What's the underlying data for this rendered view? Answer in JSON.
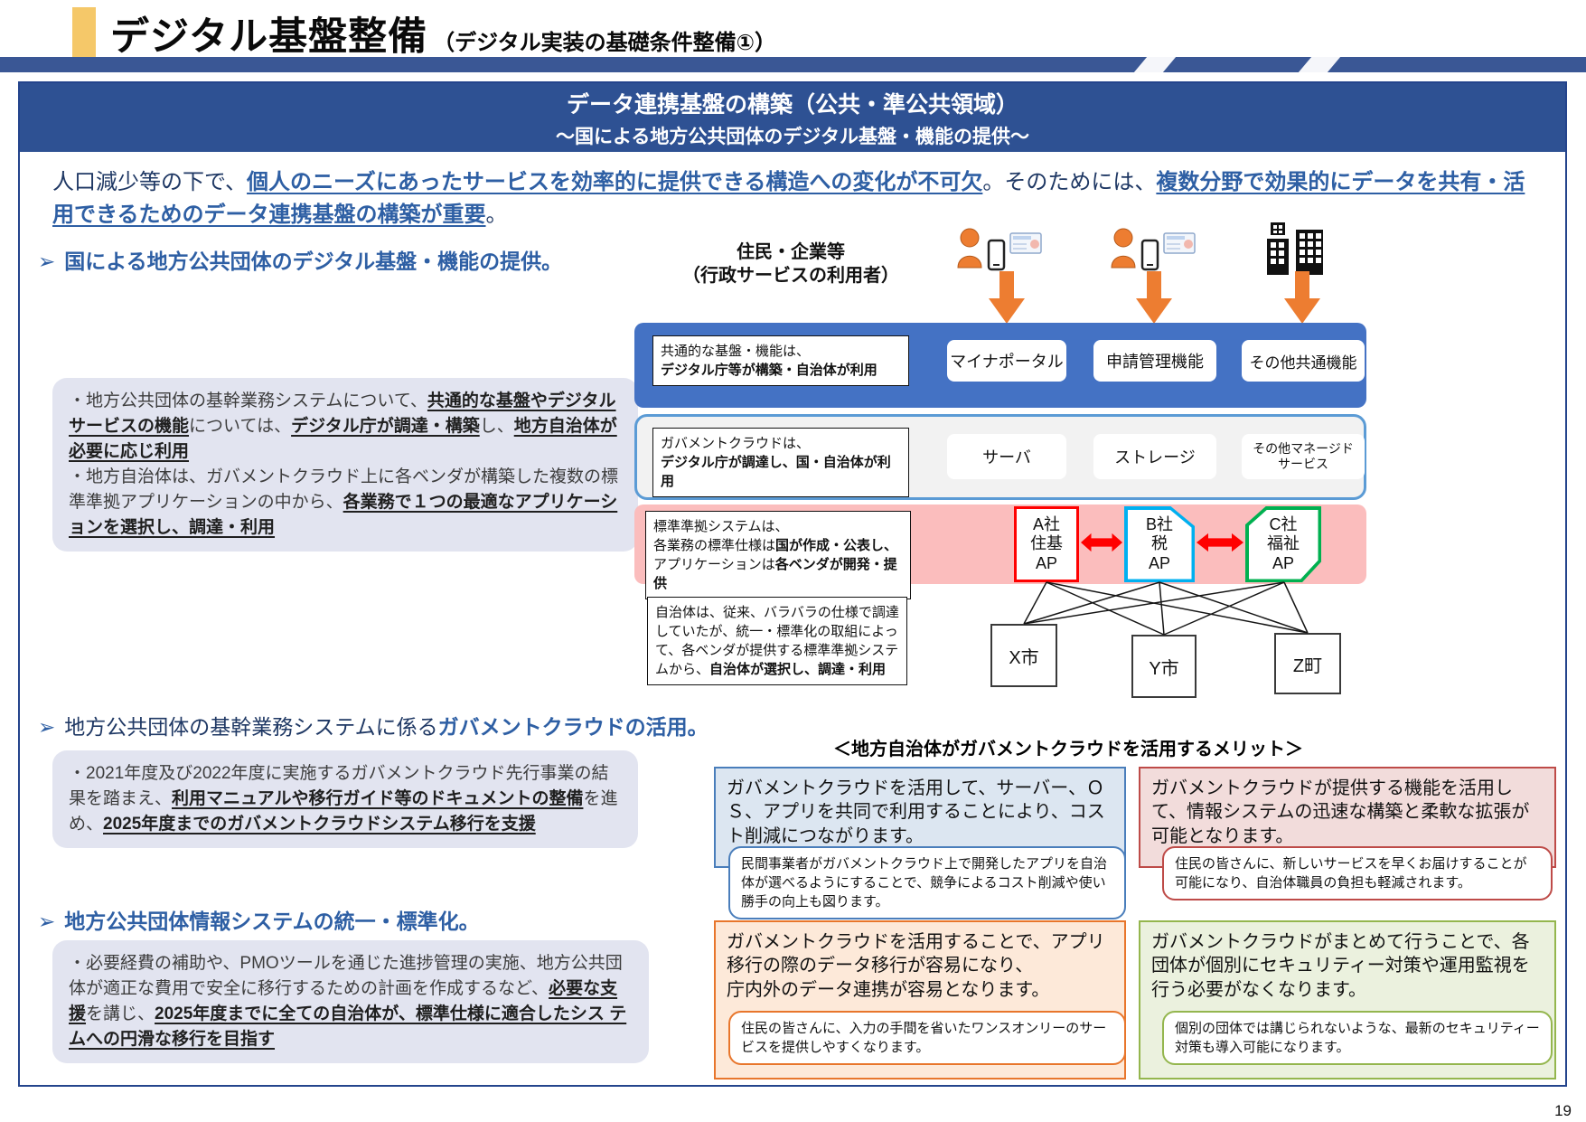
{
  "header": {
    "title": "デジタル基盤整備",
    "subtitle": "（デジタル実装の基礎条件整備①）"
  },
  "banner": {
    "line1": "データ連携基盤の構築（公共・準公共領域）",
    "line2": "～国による地方公共団体のデジタル基盤・機能の提供～"
  },
  "intro": [
    {
      "t": " 人口減少等の下で、"
    },
    {
      "t": "個人のニーズにあったサービスを効率的に提供できる構造への変化が不可欠",
      "b": 1,
      "u": 1
    },
    {
      "t": "。そのためには、"
    },
    {
      "t": "複数分野で効果的にデータを共有・活用できるためのデータ連携基盤の構築が重要",
      "b": 1,
      "u": 1
    },
    {
      "t": "。"
    }
  ],
  "bullets": [
    {
      "marker": "➢",
      "rich": [
        {
          "t": "国による地方公共団体のデジタル基盤・機能の提供。",
          "b": 1
        }
      ]
    },
    {
      "marker": "➢",
      "rich": [
        {
          "t": "地方公共団体の基幹業務システムに係る"
        },
        {
          "t": "ガバメントクラウドの活用。",
          "b": 1
        }
      ]
    },
    {
      "marker": "➢",
      "rich": [
        {
          "t": "地方公共団体情報システムの統一・標準化。",
          "b": 1
        }
      ]
    }
  ],
  "notes": [
    [
      {
        "t": "・地方公共団体の基幹業務システムについて、"
      },
      {
        "t": "共通的な基盤やデジタルサービスの機能",
        "b": 1,
        "u": 1
      },
      {
        "t": "については、"
      },
      {
        "t": "デジタル庁が調達・構築",
        "b": 1,
        "u": 1
      },
      {
        "t": "し、"
      },
      {
        "t": "地方自治体が必要に応じ利用",
        "b": 1,
        "u": 1
      },
      {
        "t": "・地方自治体は、ガバメントクラウド上に各ベンダが構築した複数の標準準拠アプリケーションの中から、",
        "br": 1
      },
      {
        "t": "各業務で１つの最適なアプリケーションを選択し、調達・利用",
        "b": 1,
        "u": 1
      }
    ],
    [
      {
        "t": "・2021年度及び2022年度に実施するガバメントクラウド先行事業の結果を踏まえ、"
      },
      {
        "t": "利用マニュアルや移行ガイド等のドキュメントの整備",
        "b": 1,
        "u": 1
      },
      {
        "t": "を進め、"
      },
      {
        "t": "2025年度までのガバメントクラウドシステム移行を支援",
        "b": 1,
        "u": 1
      }
    ],
    [
      {
        "t": "・必要経費の補助や、PMOツールを通じた進捗管理の実施、地方公共団体が適正な費用で安全に移行するための計画を作成するなど、"
      },
      {
        "t": "必要な支援",
        "b": 1,
        "u": 1
      },
      {
        "t": "を講じ、"
      },
      {
        "t": "2025年度までに全ての自治体が、標準仕様に適合したシス テムへの円滑な移行を目指す",
        "b": 1,
        "u": 1
      }
    ]
  ],
  "diagram": {
    "users": {
      "line1": "住民・企業等",
      "line2": "（行政サービスの利用者）"
    },
    "icons": {
      "citizen": "person-with-smartphone-icon",
      "buildings": "buildings-icon",
      "down_arrow": "down-arrow-icon",
      "exchange": "bidirectional-arrow-icon"
    },
    "bands": [
      {
        "label": [
          {
            "t": "共通的な基盤・機能は、"
          },
          {
            "t": "デジタル庁等が構築・自治体が利用",
            "b": 1,
            "br": 1
          }
        ],
        "pills": [
          "マイナポータル",
          "申請管理機能",
          "その他共通機能"
        ]
      },
      {
        "label": [
          {
            "t": "ガバメントクラウドは、"
          },
          {
            "t": "デジタル庁が調達し、国・自治体が利用",
            "b": 1,
            "br": 1
          }
        ],
        "pills": [
          "サーバ",
          "ストレージ",
          "その他マネージド\nサービス"
        ]
      },
      {
        "label": [
          {
            "t": "標準準拠システムは、"
          },
          {
            "t": "各業務の標準仕様は",
            "br": 1
          },
          {
            "t": "国が作成・公表し、",
            "b": 1
          },
          {
            "t": "アプリケーションは",
            "br": 1
          },
          {
            "t": "各ベンダが開発・提供",
            "b": 1
          }
        ]
      }
    ],
    "ap_nodes": [
      {
        "lines": [
          "A社",
          "住基",
          "AP"
        ],
        "accent": "#FF0000"
      },
      {
        "lines": [
          "B社",
          "税",
          "AP"
        ],
        "accent": "#00B0F0"
      },
      {
        "lines": [
          "C社",
          "福祉",
          "AP"
        ],
        "accent": "#00B050"
      }
    ],
    "note": [
      {
        "t": "自治体は、従来、バラバラの仕様で調達していたが、統一・標準化の取組によって、各ベンダが提供する標準準拠システムから、"
      },
      {
        "t": "自治体が選択し、調達・利用",
        "b": 1
      }
    ],
    "municipalities": [
      "X市",
      "Y市",
      "Z町"
    ]
  },
  "merits": {
    "heading": "＜地方自治体がガバメントクラウドを活用するメリット＞",
    "boxes": [
      {
        "main": "ガバメントクラウドを活用して、サーバー、ＯＳ、アプリを共同で利用することにより、コスト削減につながります。",
        "sub": "民間事業者がガバメントクラウド上で開発したアプリを自治体が選べるようにすることで、競争によるコスト削減や使い勝手の向上も図ります。",
        "accent": "#4A7EBB",
        "fill": "#DCE6F1"
      },
      {
        "main": "ガバメントクラウドが提供する機能を活用して、情報システムの迅速な構築と柔軟な拡張が可能となります。",
        "sub": "住民の皆さんに、新しいサービスを早くお届けすることが可能になり、自治体職員の負担も軽減されます。",
        "accent": "#BE4B48",
        "fill": "#F2DCDB"
      },
      {
        "main": "ガバメントクラウドを活用することで、アプリ移行の際のデータ移行が容易になり、\n庁内外のデータ連携が容易となります。",
        "sub": "住民の皆さんに、入力の手間を省いたワンスオンリーのサービスを提供しやすくなります。",
        "accent": "#E8762C",
        "fill": "#FDE9D9"
      },
      {
        "main": "ガバメントクラウドがまとめて行うことで、各団体が個別にセキュリティー対策や運用監視を行う必要がなくなります。",
        "sub": "個別の団体では講じられないような、最新のセキュリティー対策も導入可能になります。",
        "accent": "#94B64E",
        "fill": "#EBF1DE"
      }
    ]
  },
  "page_number": "19",
  "colors": {
    "accent_yellow": "#F5C869",
    "header_blue": "#2E5193",
    "band_blue": "#4472C4",
    "band_pink": "#FBBDBD",
    "arrow_orange": "#ED7D31",
    "arrow_red": "#FF0000",
    "emphasis_blue": "#2E5FA4"
  }
}
